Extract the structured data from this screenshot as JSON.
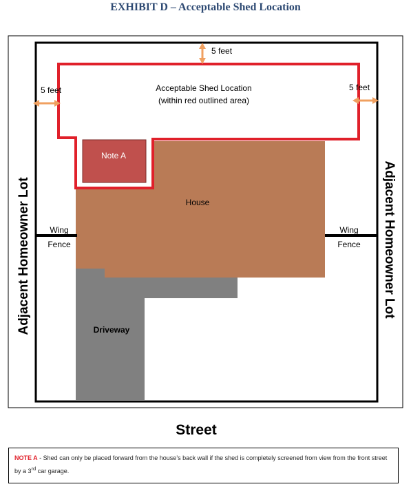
{
  "title": "EXHIBIT D – Acceptable Shed Location",
  "colors": {
    "title": "#2e4a73",
    "red_outline": "#e0202a",
    "house": "#b97b56",
    "note_a_fill": "#c0504d",
    "driveway": "#808080",
    "arrow": "#f0a060",
    "text": "#000000"
  },
  "labels": {
    "top_setback": "5 feet",
    "left_setback": "5 feet",
    "right_setback": "5 feet",
    "shed_area_line1": "Acceptable Shed Location",
    "shed_area_line2": "(within red outlined area)",
    "note_a": "Note A",
    "house": "House",
    "left_fence_line1": "Wing",
    "left_fence_line2": "Fence",
    "right_fence_line1": "Wing",
    "right_fence_line2": "Fence",
    "driveway": "Driveway",
    "left_lot": "Adjacent Homeowner  Lot",
    "right_lot": "Adjacent Homeowner  Lot",
    "street": "Street"
  },
  "note": {
    "label": "NOTE A",
    "text_before_sup": " - Shed can only be placed forward from the house’s back wall if the shed is completely screened from view from the front street by a 3",
    "sup": "rd",
    "text_after_sup": " car garage."
  }
}
